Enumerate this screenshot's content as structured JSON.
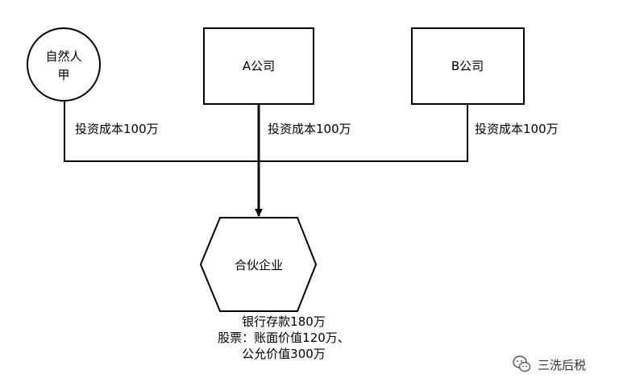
{
  "nodes": {
    "person": {
      "line1": "自然人",
      "line2": "甲"
    },
    "company_a": {
      "label": "A公司"
    },
    "company_b": {
      "label": "B公司"
    },
    "partnership": {
      "label": "合伙企业"
    }
  },
  "edges": {
    "person_invest": "投资成本100万",
    "company_a_invest": "投资成本100万",
    "company_b_invest": "投资成本100万"
  },
  "notes": {
    "line1": "银行存款180万",
    "line2": "股票：账面价值120万、",
    "line3": "公允价值300万"
  },
  "watermark": {
    "text": "三洗后税",
    "icon": "wechat-icon"
  }
}
